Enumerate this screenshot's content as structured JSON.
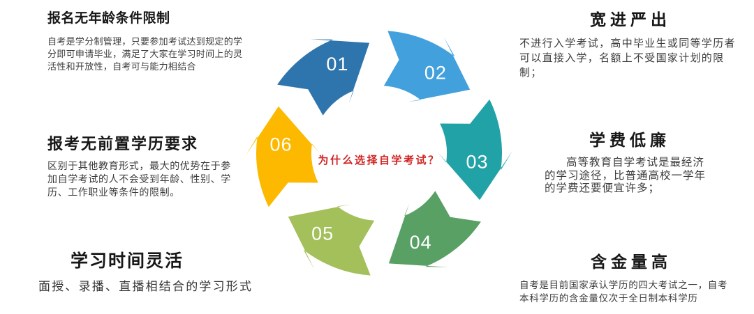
{
  "center": {
    "question": "为什么选择自学考试？",
    "color": "#d02424"
  },
  "cycle": {
    "number_color": "#ffffff",
    "steps": [
      {
        "num": "01",
        "color": "#2e74ad"
      },
      {
        "num": "02",
        "color": "#42a0dc"
      },
      {
        "num": "03",
        "color": "#21a2a6"
      },
      {
        "num": "04",
        "color": "#58a064"
      },
      {
        "num": "05",
        "color": "#a3c05b"
      },
      {
        "num": "06",
        "color": "#fcb900"
      }
    ]
  },
  "features": {
    "left": [
      {
        "title": "报名无年龄条件限制",
        "body_lines": [
          "自考是学分制管理，只要参加考试达到规定的学",
          "分即可申请毕业，满足了大家在学习时间上的灵",
          "活性和开放性，自考可与能力相结合"
        ]
      },
      {
        "title": "报考无前置学历要求",
        "body_lines": [
          "区别于其他教育形式，最大的优势在于参",
          "加自学考试的人不会受到年龄、性别、学",
          "历、工作职业等条件的限制。"
        ]
      },
      {
        "title": "学习时间灵活",
        "body_lines": [
          "面授、录播、直播相结合的学习形式"
        ]
      }
    ],
    "right": [
      {
        "title": "宽进严出",
        "body_lines": [
          "不进行入学考试，高中毕业生或同等学历者",
          "可以直接入学，名额上不受国家计划的限制；"
        ]
      },
      {
        "title": "学费低廉",
        "body_lines": [
          "高等教育自学考试是最经济",
          "的学习途径，比普通高校一学年",
          "的学费还要便宜许多；"
        ]
      },
      {
        "title": "含金量高",
        "body_lines": [
          "自考是目前国家承认学历的四大考试之一，自考",
          "本科学历的含金量仅次于全日制本科学历"
        ]
      }
    ]
  }
}
